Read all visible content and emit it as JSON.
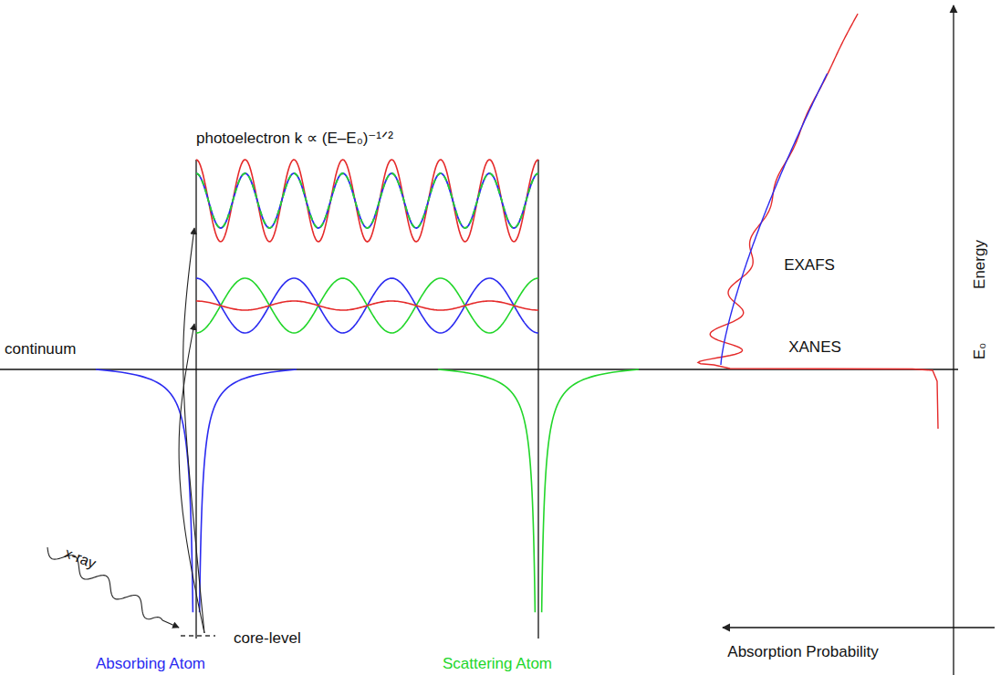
{
  "diagram": {
    "labels": [
      "photoelectron k ∝ (E–E₀)⁻¹ᐟ²",
      "continuum",
      "x-ray",
      "core-level",
      "Absorbing Atom",
      "Scattering Atom",
      "EXAFS",
      "XANES",
      "Energy",
      "E₀",
      "Absorption Probability"
    ]
  }
}
